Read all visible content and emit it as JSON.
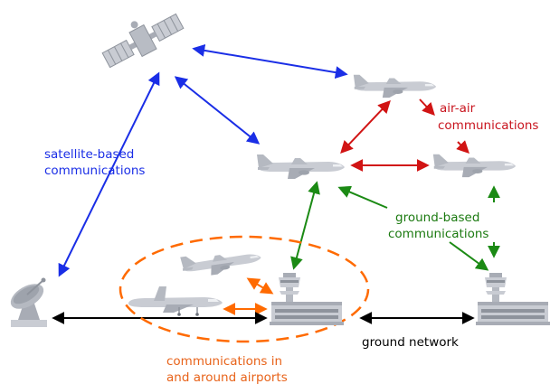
{
  "labels": {
    "satellite_line1": "satellite-based",
    "satellite_line2": "communications",
    "air_line1": "air-air",
    "air_line2": "communications",
    "ground_line1": "ground-based",
    "ground_line2": "communications",
    "airport_line1": "communications in",
    "airport_line2": "and around airports",
    "ground_network": "ground network"
  },
  "colors": {
    "satellite_link": "#1a2ee6",
    "air_link": "#d11414",
    "ground_link": "#1b8a14",
    "airport_link": "#ff6a00",
    "ground_network_link": "#000000",
    "label_blue": "#1a2ee6",
    "label_red": "#c8141e",
    "label_green": "#1b7a10",
    "label_orange": "#e8631a",
    "equipment_gray": "#c9ccd3"
  }
}
